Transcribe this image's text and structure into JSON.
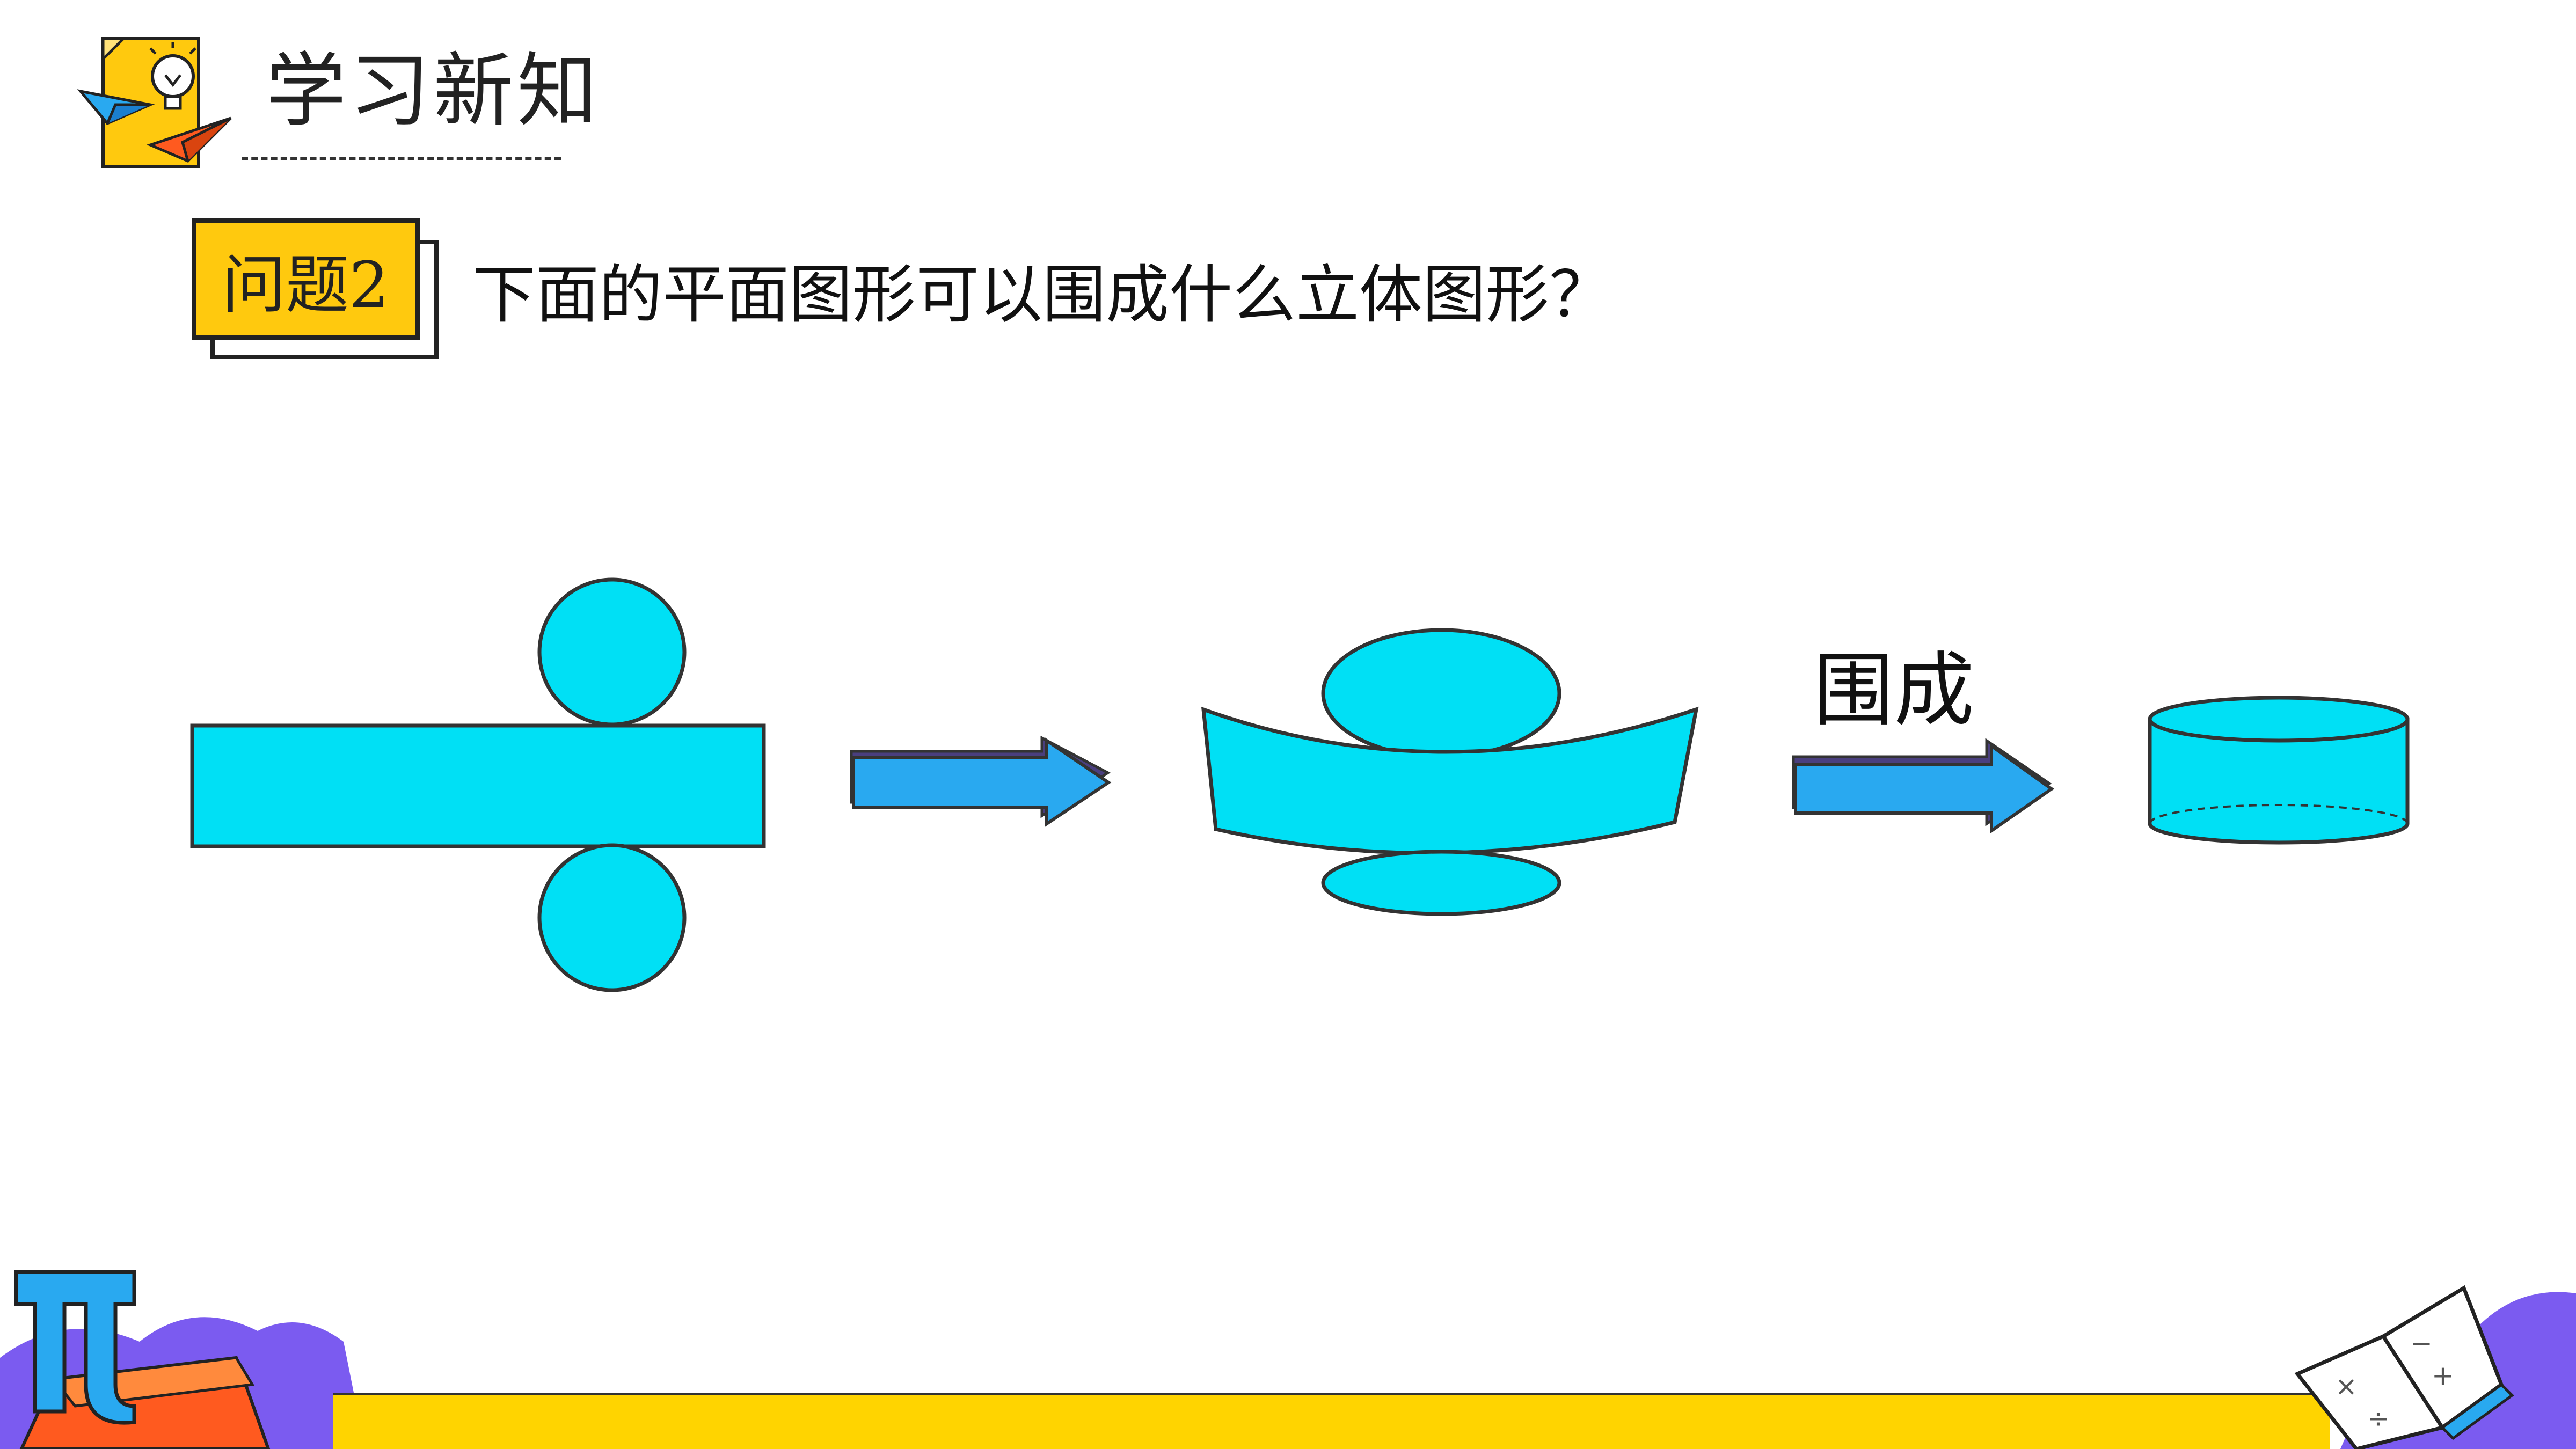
{
  "header": {
    "title": "学习新知"
  },
  "question": {
    "badge": "问题2",
    "text": "下面的平面图形可以围成什么立体图形？"
  },
  "diagram": {
    "arrow_label": "围成"
  },
  "icons": {
    "header_icon": "lightbulb-note-icon",
    "pi_icon": "pi-symbol-icon",
    "book_icon": "math-book-icon"
  },
  "colors": {
    "shape_fill": "#00e0f5",
    "arrow_fill": "#29a9f0",
    "badge_fill": "#ffc90e",
    "bar_fill": "#ffd400",
    "accent_purple": "#7b5bf0",
    "accent_orange": "#ff5a1f"
  }
}
